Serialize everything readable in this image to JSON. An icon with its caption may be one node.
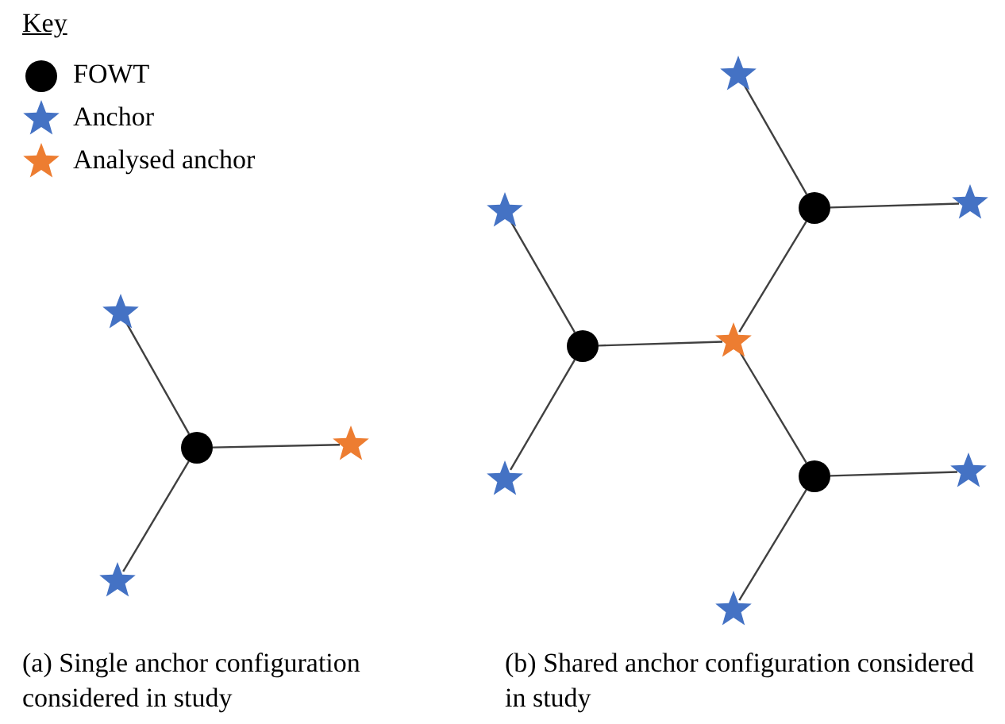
{
  "diagram": {
    "nodes": [
      {
        "text": [],
        "shape": "star"
      },
      {
        "text": [],
        "shape": "circle"
      },
      {
        "text": [],
        "shape": "star"
      },
      {
        "text": [],
        "shape": "star"
      },
      {
        "text": [],
        "shape": "star"
      },
      {
        "text": [],
        "shape": "star"
      },
      {
        "text": [],
        "shape": "circle"
      },
      {
        "text": [],
        "shape": "star"
      },
      {
        "text": [],
        "shape": "circle"
      },
      {
        "text": [],
        "shape": "star"
      },
      {
        "text": [],
        "shape": "star"
      },
      {
        "text": [],
        "shape": "circle"
      },
      {
        "text": [],
        "shape": "star"
      },
      {
        "text": [],
        "shape": "star"
      }
    ],
    "edges": [
      {
        "from": 1,
        "to": 0,
        "arrow": "none"
      },
      {
        "from": 1,
        "to": 2,
        "arrow": "none"
      },
      {
        "from": 1,
        "to": 3,
        "arrow": "none"
      },
      {
        "from": 6,
        "to": 4,
        "arrow": "none"
      },
      {
        "from": 6,
        "to": 7,
        "arrow": "none"
      },
      {
        "from": 6,
        "to": 9,
        "arrow": "none"
      },
      {
        "from": 8,
        "to": 5,
        "arrow": "none"
      },
      {
        "from": 8,
        "to": 9,
        "arrow": "none"
      },
      {
        "from": 8,
        "to": 10,
        "arrow": "none"
      },
      {
        "from": 11,
        "to": 9,
        "arrow": "none"
      },
      {
        "from": 11,
        "to": 12,
        "arrow": "none"
      },
      {
        "from": 11,
        "to": 13,
        "arrow": "none"
      }
    ],
    "labels": [
      "Key",
      "(a) Single anchor configuration considered in study",
      "(b) Shared anchor configuration considered in study"
    ],
    "legend": [
      {
        "text": "FOWT"
      },
      {
        "text": "Anchor"
      },
      {
        "text": "Analysed anchor"
      }
    ]
  }
}
